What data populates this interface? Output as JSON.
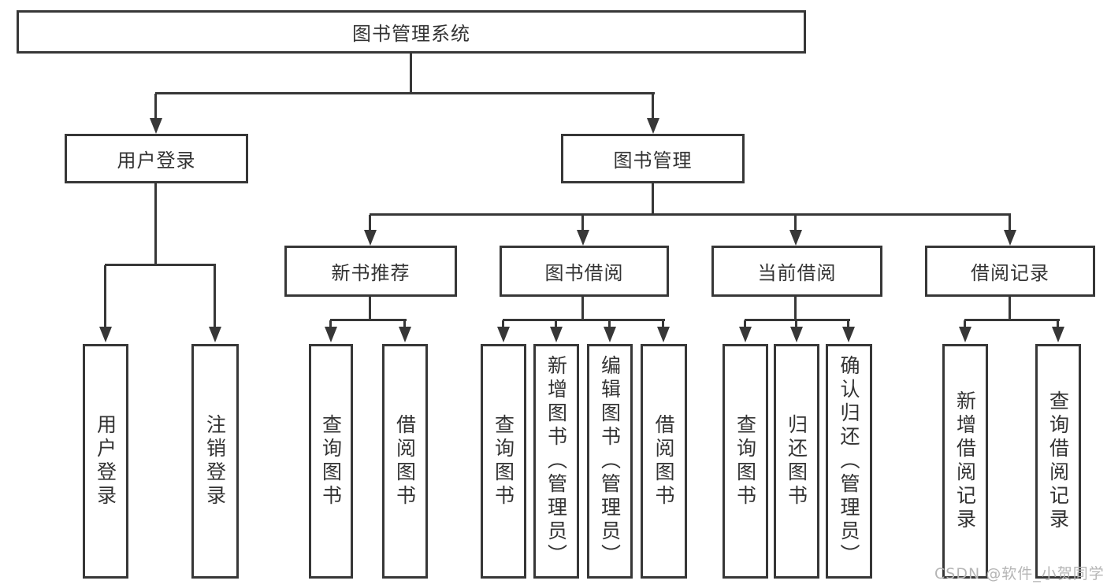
{
  "diagram_type": "hierarchy-tree",
  "colors": {
    "background": "#ffffff",
    "box_border": "#373737",
    "connector_line": "#373737",
    "text": "#333333",
    "watermark_text": "#b5b5b5"
  },
  "tree": {
    "label": "图书管理系统",
    "children": [
      {
        "label": "用户登录",
        "children": [
          {
            "label": "用户登录"
          },
          {
            "label": "注销登录"
          }
        ]
      },
      {
        "label": "图书管理",
        "children": [
          {
            "label": "新书推荐",
            "children": [
              {
                "label": "查询图书"
              },
              {
                "label": "借阅图书"
              }
            ]
          },
          {
            "label": "图书借阅",
            "children": [
              {
                "label": "查询图书"
              },
              {
                "label": "新增图书（管理员）"
              },
              {
                "label": "编辑图书（管理员）"
              },
              {
                "label": "借阅图书"
              }
            ]
          },
          {
            "label": "当前借阅",
            "children": [
              {
                "label": "查询图书"
              },
              {
                "label": "归还图书"
              },
              {
                "label": "确认归还（管理员）"
              }
            ]
          },
          {
            "label": "借阅记录",
            "children": [
              {
                "label": "新增借阅记录"
              },
              {
                "label": "查询借阅记录"
              }
            ]
          }
        ]
      }
    ]
  },
  "watermark": {
    "text": "CSDN @软件_小贺同学"
  }
}
